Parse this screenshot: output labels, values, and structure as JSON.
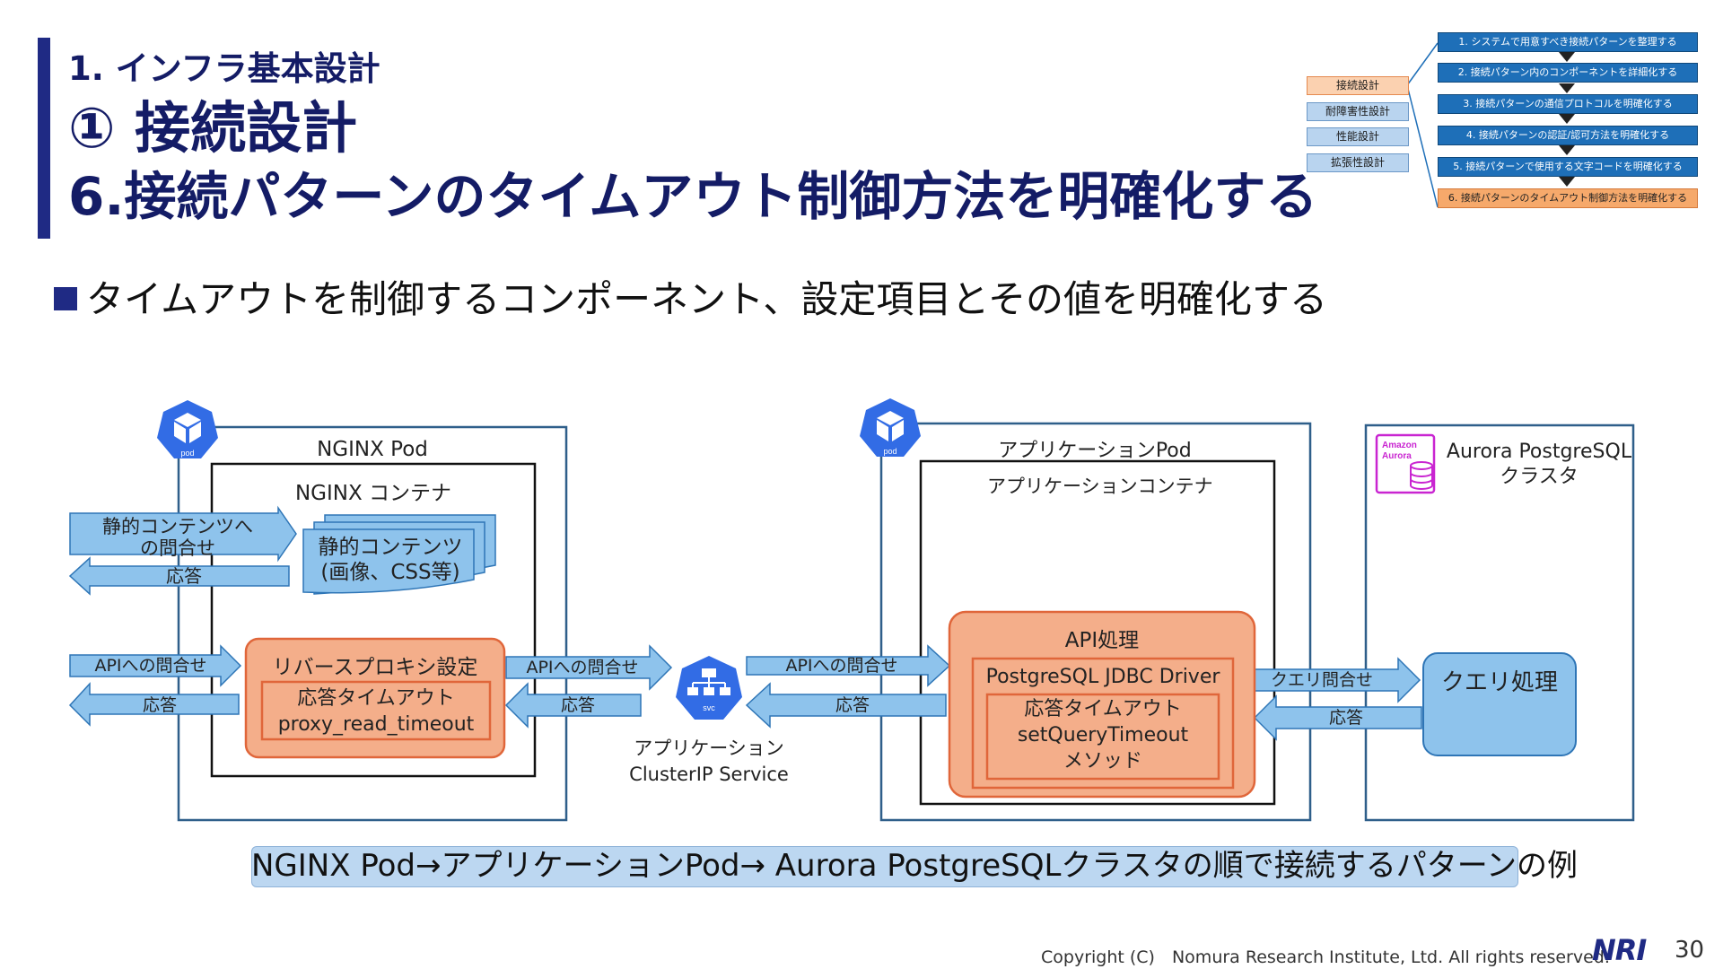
{
  "header": {
    "section": "1. インフラ基本設計",
    "title_line1": "① 接続設計",
    "title_line2": "6.接続パターンのタイムアウト制御方法を明確化する",
    "bullet": "タイムアウトを制御するコンポーネント、設定項目とその値を明確化する"
  },
  "navigator": {
    "categories": [
      "接続設計",
      "耐障害性設計",
      "性能設計",
      "拡張性設計"
    ],
    "active_category": 0,
    "steps": [
      "1. システムで用意すべき接続パターンを整理する",
      "2. 接続パターン内のコンポーネントを詳細化する",
      "3. 接続パターンの通信プロトコルを明確化する",
      "4. 接続パターンの認証/認可方法を明確化する",
      "5. 接続パターンで使用する文字コードを明確化する",
      "6. 接続パターンのタイムアウト制御方法を明確化する"
    ],
    "active_step": 5
  },
  "diagram": {
    "nginx_pod": "NGINX Pod",
    "nginx_container": "NGINX コンテナ",
    "pod_icon_label": "pod",
    "svc_icon_label": "svc",
    "static_request": [
      "静的コンテンツへ",
      "の問合せ"
    ],
    "static_response": "応答",
    "static_content": [
      "静的コンテンツ",
      "(画像、CSS等)"
    ],
    "api_request_in": "APIへの問合せ",
    "api_response_in": "応答",
    "reverse_proxy": "リバースプロキシ設定",
    "reverse_timeout": [
      "応答タイムアウト",
      "proxy_read_timeout"
    ],
    "api_request_mid": "APIへの問合せ",
    "api_response_mid": "応答",
    "service_label": [
      "アプリケーション",
      "ClusterIP Service"
    ],
    "api_request_app": "APIへの問合せ",
    "api_response_app": "応答",
    "app_pod": "アプリケーションPod",
    "app_container": "アプリケーションコンテナ",
    "api_processing": "API処理",
    "jdbc_driver": "PostgreSQL JDBC Driver",
    "jdbc_timeout": [
      "応答タイムアウト",
      "setQueryTimeout",
      "メソッド"
    ],
    "query_request": "クエリ問合せ",
    "query_response": "応答",
    "aurora_label": [
      "Aurora PostgreSQL",
      "クラスタ"
    ],
    "aurora_icon_text": [
      "Amazon",
      "Aurora"
    ],
    "query_processing": "クエリ処理"
  },
  "caption": "NGINX Pod→アプリケーションPod→ Aurora PostgreSQLクラスタの順で接続するパターンの例",
  "footer": {
    "copyright": "Copyright (C)　Nomura Research Institute, Ltd. All rights reserved.",
    "logo": "NRI",
    "page_number": "30"
  },
  "colors": {
    "navy": "#1f2a84",
    "arrow_fill": "#8ec3ec",
    "arrow_stroke": "#2e75b6",
    "orange_fill": "#f4ae8a",
    "orange_stroke": "#e0663a",
    "k8s_blue": "#326ce5",
    "aurora_magenta": "#c925d1"
  }
}
